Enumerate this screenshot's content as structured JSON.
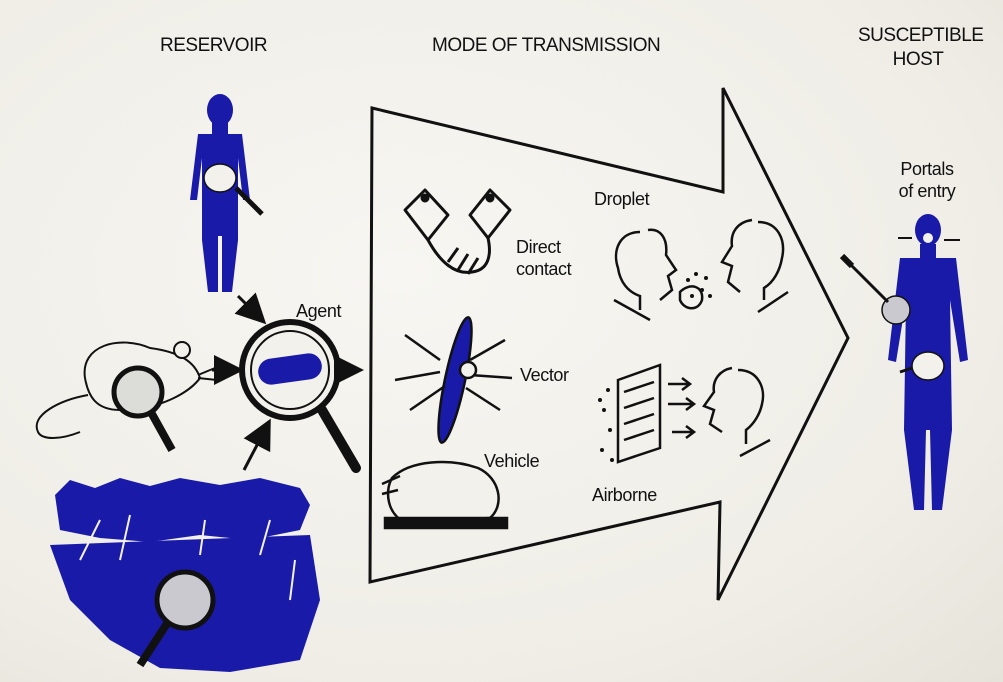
{
  "headers": {
    "reservoir": "RESERVOIR",
    "mode": "MODE OF TRANSMISSION",
    "host_line1": "SUSCEPTIBLE",
    "host_line2": "HOST"
  },
  "labels": {
    "agent": "Agent",
    "direct_line1": "Direct",
    "direct_line2": "contact",
    "vector": "Vector",
    "vehicle": "Vehicle",
    "droplet": "Droplet",
    "airborne": "Airborne",
    "portals_line1": "Portals",
    "portals_line2": "of entry"
  },
  "colors": {
    "ink": "#1a1aa8",
    "line": "#111111",
    "paper": "#f3f1ec"
  }
}
